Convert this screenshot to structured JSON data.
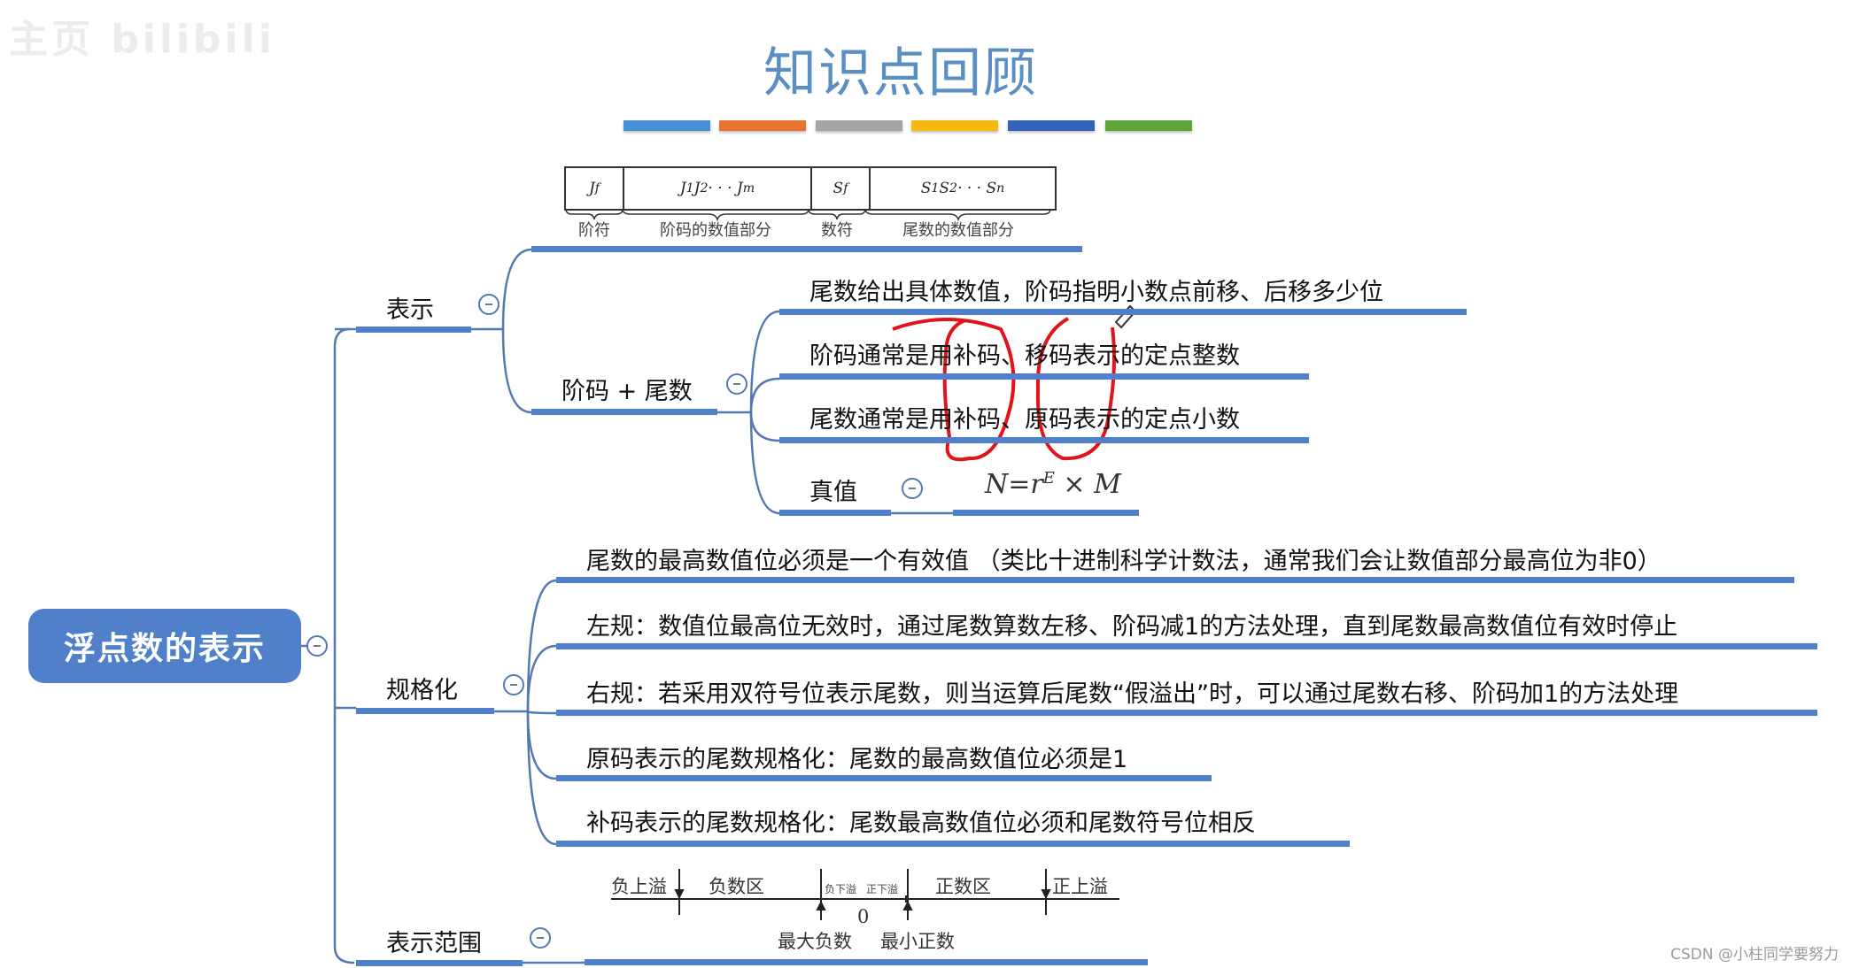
{
  "watermark": "主页 bilibili",
  "header": {
    "title": "知识点回顾",
    "color_bars": [
      "#4a90d9",
      "#e8742f",
      "#a5a5a5",
      "#f5b914",
      "#3463b8",
      "#5ea63a"
    ]
  },
  "mindmap": {
    "root": "浮点数的表示",
    "branches": {
      "representation": {
        "label": "表示",
        "format_diagram": {
          "cells": [
            "J_f",
            "J₁J₂ ··· J_m",
            "S_f",
            "S₁S₂ ··· S_n"
          ],
          "captions": [
            "阶符",
            "阶码的数值部分",
            "数符",
            "尾数的数值部分"
          ]
        },
        "exponent_mantissa": {
          "label": "阶码 + 尾数",
          "items": [
            "尾数给出具体数值，阶码指明小数点前移、后移多少位",
            "阶码通常是用补码、移码表示的定点整数",
            "尾数通常是用补码、原码表示的定点小数"
          ],
          "true_value": {
            "label": "真值",
            "formula_base": "N=r",
            "formula_exp": "E",
            "formula_tail": " × M"
          }
        }
      },
      "normalization": {
        "label": "规格化",
        "items": [
          "尾数的最高数值位必须是一个有效值 （类比十进制科学计数法，通常我们会让数值部分最高位为非0）",
          "左规：数值位最高位无效时，通过尾数算数左移、阶码减1的方法处理，直到尾数最高数值位有效时停止",
          "右规：若采用双符号位表示尾数，则当运算后尾数“假溢出”时，可以通过尾数右移、阶码加1的方法处理",
          "原码表示的尾数规格化：尾数的最高数值位必须是1",
          "补码表示的尾数规格化：尾数最高数值位必须和尾数符号位相反"
        ]
      },
      "range": {
        "label": "表示范围",
        "diagram": {
          "neg_overflow": "负上溢",
          "neg_zone": "负数区",
          "neg_underflow": "负下溢",
          "pos_underflow": "正下溢",
          "pos_zone": "正数区",
          "pos_overflow": "正上溢",
          "zero": "0",
          "max_negative": "最大负数",
          "min_positive": "最小正数"
        }
      }
    }
  },
  "footer": {
    "credit": "CSDN @小柱同学要努力"
  }
}
